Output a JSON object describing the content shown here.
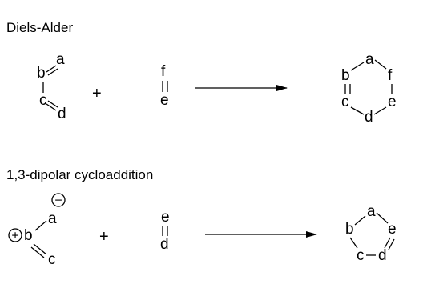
{
  "sections": {
    "diels_alder": {
      "title": "Diels-Alder",
      "plus": "+",
      "diene": {
        "atoms": [
          "b",
          "a",
          "c",
          "d"
        ]
      },
      "dienophile": {
        "atoms": [
          "f",
          "e"
        ]
      },
      "product": {
        "atoms": [
          "a",
          "b",
          "f",
          "c",
          "e",
          "d"
        ]
      }
    },
    "dipolar": {
      "title": "1,3-dipolar cycloaddition",
      "plus": "+",
      "dipole": {
        "atoms": [
          "a",
          "b",
          "c"
        ],
        "charges": [
          "−",
          "+"
        ]
      },
      "dipolarophile": {
        "atoms": [
          "e",
          "d"
        ]
      },
      "product": {
        "atoms": [
          "a",
          "b",
          "e",
          "c",
          "d"
        ]
      }
    }
  }
}
